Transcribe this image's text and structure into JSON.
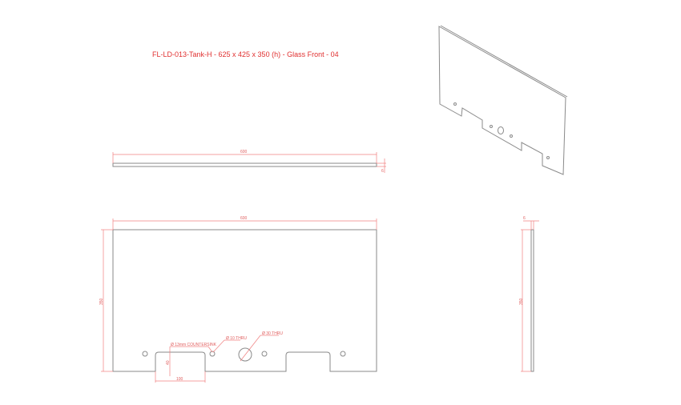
{
  "title": "FL-LD-013-Tank-H - 625 x 425 x 350 (h) - Glass Front - 04",
  "top_view": {
    "width_label": "600",
    "thickness_label": "6"
  },
  "front_view": {
    "width_label": "600",
    "height_label": "350",
    "notch_depth_label": "40",
    "notch_width_label": "100",
    "countersink_label": "Ø 13mm COUNTERSINK",
    "small_hole_label": "Ø 10 THRU",
    "large_hole_label": "Ø 30 THRU"
  },
  "side_view": {
    "thickness_label": "6",
    "height_label": "350"
  },
  "colors": {
    "dimension": "#f08080",
    "title": "#e03030",
    "outline": "#8a8a8a"
  }
}
